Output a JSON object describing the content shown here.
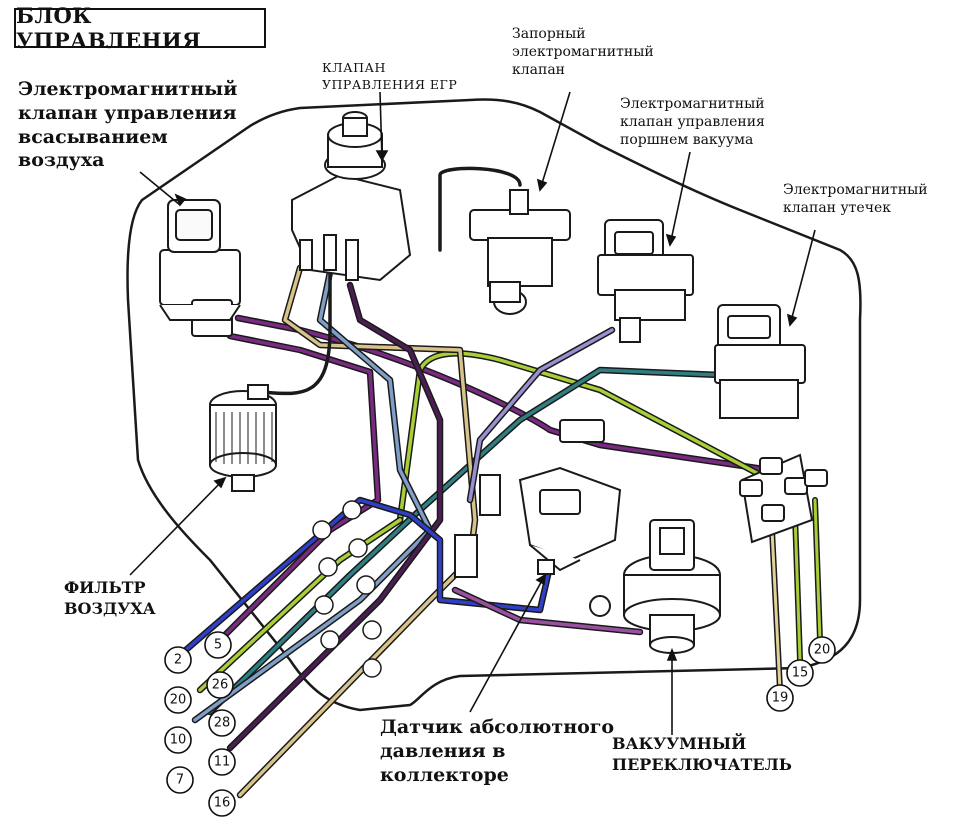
{
  "title": "БЛОК УПРАВЛЕНИЯ",
  "labels": {
    "intake_valve": "Электромагнитный\nклапан управления\nвсасыванием\nвоздуха",
    "egr_valve": "КЛАПАН\nУПРАВЛЕНИЯ ЕГР",
    "shutoff_valve": "Запорный\nэлектромагнитный\nклапан",
    "vacuum_piston_valve": "Электромагнитный\nклапан управления\nпоршнем вакуума",
    "leak_valve": "Электромагнитный\nклапан утечек",
    "air_filter": "ФИЛЬТР\nВОЗДУХА",
    "map_sensor": "Датчик абсолютного\nдавления в\nколлекторе",
    "vacuum_switch": "ВАКУУМНЫЙ\nПЕРЕКЛЮЧАТЕЛЬ"
  },
  "hose_numbers": {
    "left": [
      "2",
      "5",
      "20",
      "26",
      "10",
      "28",
      "7",
      "11",
      "16"
    ],
    "right": [
      "19",
      "15",
      "20"
    ]
  },
  "colors": {
    "outline": "#1a1a1a",
    "blue": "#2f3fc8",
    "purple": "#7a2a82",
    "green": "#a9cf38",
    "teal": "#2f7e82",
    "tan": "#d8c48a",
    "light_blue": "#7f9fc8",
    "dark_purple": "#4a1e52",
    "lavender": "#9a8fd0"
  }
}
